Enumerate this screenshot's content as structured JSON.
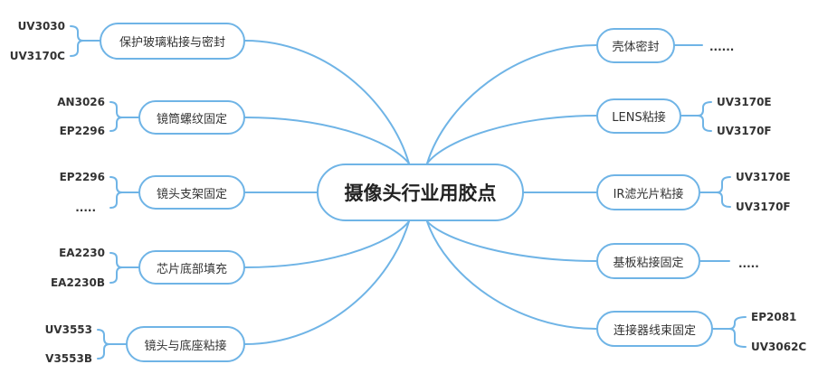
{
  "center": "摄像头行业用胶点",
  "left_branches": [
    {
      "label": "保护玻璃粘接与密封",
      "items": [
        "UV3030",
        "UV3170C"
      ]
    },
    {
      "label": "镜筒螺纹固定",
      "items": [
        "AN3026",
        "EP2296"
      ]
    },
    {
      "label": "镜头支架固定",
      "items": [
        "EP2296",
        "....."
      ]
    },
    {
      "label": "芯片底部填充",
      "items": [
        "EA2230",
        "EA2230B"
      ]
    },
    {
      "label": "镜头与底座粘接",
      "items": [
        "UV3553",
        "V3553B"
      ]
    }
  ],
  "right_branches": [
    {
      "label": "壳体密封",
      "items": [
        "......"
      ]
    },
    {
      "label": "LENS粘接",
      "items": [
        "UV3170E",
        "UV3170F"
      ]
    },
    {
      "label": "IR滤光片粘接",
      "items": [
        "UV3170E",
        "UV3170F"
      ]
    },
    {
      "label": "基板粘接固定",
      "items": [
        "....."
      ]
    },
    {
      "label": "连接器线束固定",
      "items": [
        "EP2081",
        "UV3062C"
      ]
    }
  ],
  "colors": {
    "line": "#6fb4e6",
    "text": "#333333"
  }
}
